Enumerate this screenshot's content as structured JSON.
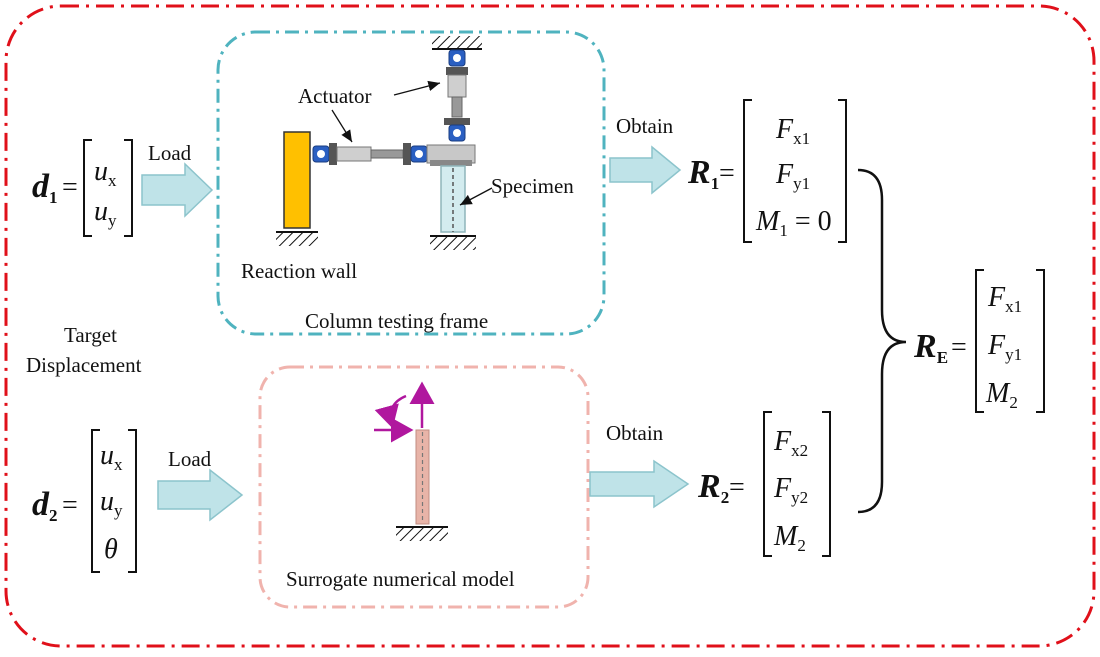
{
  "labels": {
    "actuator": "Actuator",
    "specimen": "Specimen",
    "reaction_wall": "Reaction wall",
    "column_testing_frame": "Column testing frame",
    "surrogate_model": "Surrogate numerical model",
    "target_displacement_line1": "Target",
    "target_displacement_line2": "Displacement",
    "load_top": "Load",
    "load_bottom": "Load",
    "obtain_top": "Obtain",
    "obtain_bottom": "Obtain"
  },
  "vectors": {
    "d1": {
      "symbol": "d",
      "sub": "1",
      "entries": [
        {
          "sym": "u",
          "sub": "x"
        },
        {
          "sym": "u",
          "sub": "y"
        }
      ]
    },
    "d2": {
      "symbol": "d",
      "sub": "2",
      "entries": [
        {
          "sym": "u",
          "sub": "x"
        },
        {
          "sym": "u",
          "sub": "y"
        },
        {
          "sym": "θ",
          "sub": ""
        }
      ]
    },
    "R1": {
      "symbol": "R",
      "sub": "1",
      "entries": [
        {
          "sym": "F",
          "sub": "x1"
        },
        {
          "sym": "F",
          "sub": "y1"
        },
        {
          "sym": "M",
          "sub": "1",
          "tail": " = 0"
        }
      ]
    },
    "R2": {
      "symbol": "R",
      "sub": "2",
      "entries": [
        {
          "sym": "F",
          "sub": "x2"
        },
        {
          "sym": "F",
          "sub": "y2"
        },
        {
          "sym": "M",
          "sub": "2"
        }
      ]
    },
    "RE": {
      "symbol": "R",
      "sub": "E",
      "entries": [
        {
          "sym": "F",
          "sub": "x1"
        },
        {
          "sym": "F",
          "sub": "y1"
        },
        {
          "sym": "M",
          "sub": "2"
        }
      ]
    }
  },
  "equals_sign": "=",
  "colors": {
    "outer_border": "#e0101a",
    "test_frame_border": "#4fb3bf",
    "surrogate_border": "#f0b3ad",
    "flow_arrow_fill": "#bfe3e8",
    "flow_arrow_stroke": "#8cc4cc",
    "reaction_wall": "#ffc000",
    "actuator_blue": "#2a5fc2",
    "column_model": "#e8b4a8",
    "force_arrow": "#b0179e"
  }
}
